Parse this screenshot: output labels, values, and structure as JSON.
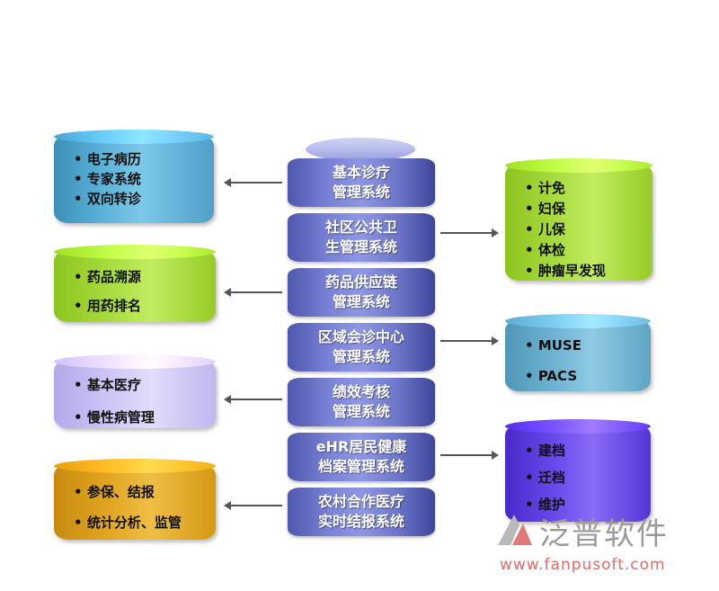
{
  "center_stack": [
    {
      "label": "基本诊疗\n管理系统"
    },
    {
      "label": "社区公共卫\n生管理系统"
    },
    {
      "label": "药品供应链\n管理系统"
    },
    {
      "label": "区域会诊中心\n管理系统"
    },
    {
      "label": "绩效考核\n管理系统"
    },
    {
      "label": "eHR居民健康\n档案管理系统"
    },
    {
      "label": "农村合作医疗\n实时结报系统"
    }
  ],
  "left_boxes": [
    {
      "items": [
        "电子病历",
        "专家系统",
        "双向转诊"
      ]
    },
    {
      "items": [
        "药品溯源",
        "用药排名"
      ]
    },
    {
      "items": [
        "基本医疗",
        "慢性病管理"
      ]
    },
    {
      "items": [
        "参保、结报",
        "统计分析、监管"
      ]
    }
  ],
  "right_boxes": [
    {
      "items": [
        "计免",
        "妇保",
        "儿保",
        "体检",
        "肿瘤早发现"
      ]
    },
    {
      "items": [
        "MUSE",
        "PACS"
      ]
    },
    {
      "items": [
        "建档",
        "迁档",
        "维护"
      ]
    }
  ],
  "watermark": {
    "brand": "泛普软件",
    "url": "www.fanpusoft.com"
  },
  "colors": {
    "stack": "#6d75c9",
    "blue": "#5ab2d8",
    "green": "#a9dc3f",
    "violet": "#d0c6f6",
    "orange": "#e2a622",
    "teal": "#6fb4d2",
    "purple": "#6b4aec"
  }
}
